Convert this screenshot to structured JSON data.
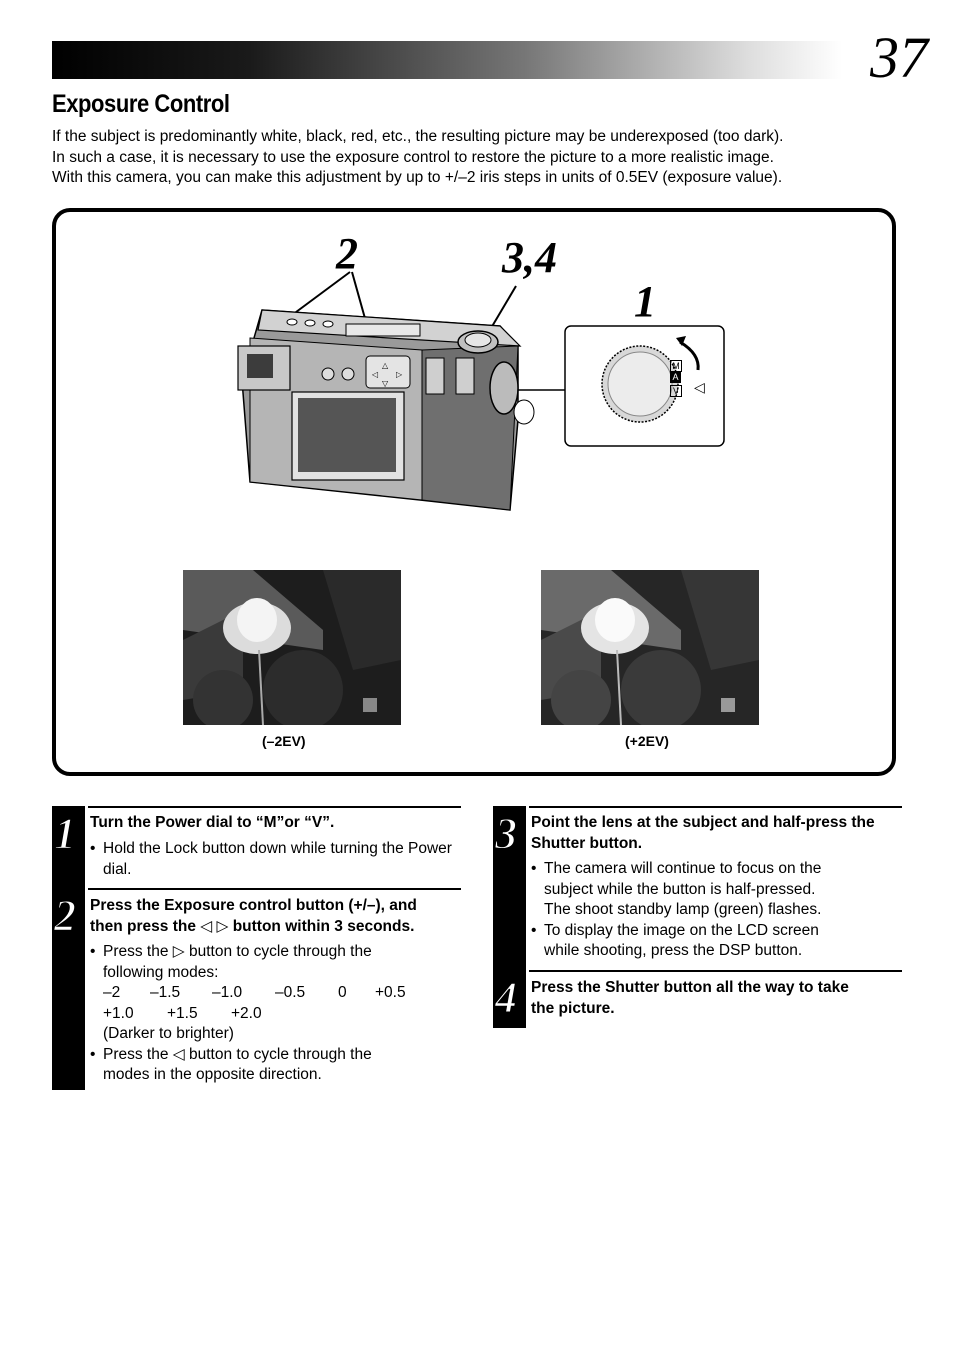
{
  "page_number": "37",
  "title": "Exposure Control",
  "intro_lines": [
    "If the subject is predominantly white, black, red, etc., the resulting picture may be underexposed (too dark).",
    "In such a case, it is necessary to use the exposure control to restore the picture to a more realistic image.",
    "With this camera, you can make this adjustment by up to +/–2 iris steps in units of 0.5EV (exposure value)."
  ],
  "figure": {
    "callout_2": "2",
    "callout_34": "3,4",
    "callout_1": "1",
    "dial_labels": [
      "M",
      "A",
      "V"
    ],
    "photo_left_caption": "(–2EV)",
    "photo_right_caption": "(+2EV)"
  },
  "steps": {
    "s1": {
      "num": "1",
      "heading": "Turn the Power dial to “M”or “V”.",
      "bullets": [
        "Hold the Lock button down while turning the Power dial."
      ]
    },
    "s2": {
      "num": "2",
      "heading_line1": "Press the Exposure control button (+/–), and",
      "heading_line2": "then press the ◁ ▷ button within 3 seconds.",
      "bullet1_line1": "Press the ▷ button to cycle through the",
      "bullet1_line2": "following modes:",
      "modes_row1": [
        "–2",
        "–1.5",
        "–1.0",
        "–0.5",
        "0",
        "+0.5"
      ],
      "modes_row2": [
        "+1.0",
        "+1.5",
        "+2.0"
      ],
      "note": "(Darker to brighter)",
      "bullet2_line1": "Press the ◁ button to cycle through the",
      "bullet2_line2": "modes in the opposite direction."
    },
    "s3": {
      "num": "3",
      "heading_line1": "Point the lens at the subject and half-press the",
      "heading_line2": "Shutter button.",
      "bullet1_line1": "The camera will continue to focus on the",
      "bullet1_line2": "subject while the button is half-pressed.",
      "bullet1_line3": "The shoot standby lamp (green) flashes.",
      "bullet2_line1": "To display the image on the LCD screen",
      "bullet2_line2": "while shooting, press the DSP button."
    },
    "s4": {
      "num": "4",
      "heading_line1": "Press the Shutter button all the way to take",
      "heading_line2": "the picture."
    }
  }
}
